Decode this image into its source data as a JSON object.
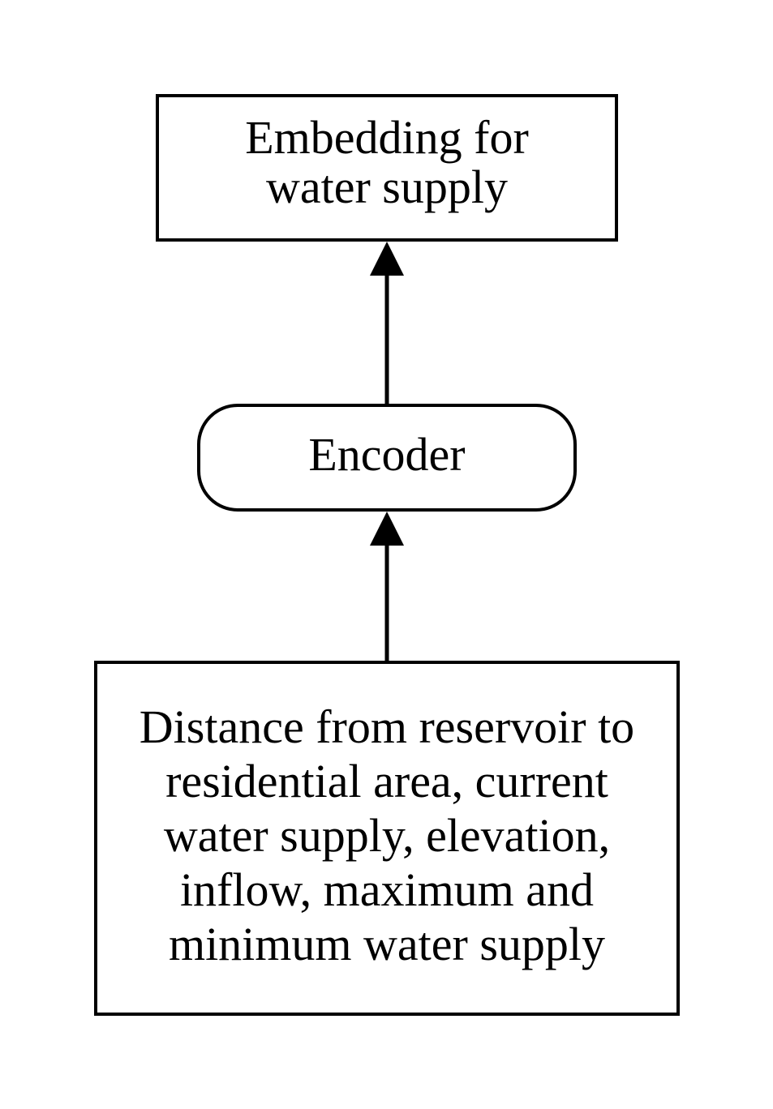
{
  "nodes": {
    "top": {
      "line1": "Embedding for",
      "line2": "water supply"
    },
    "encoder": {
      "label": "Encoder"
    },
    "bottom": {
      "line1": "Distance from reservoir to",
      "line2": "residential area, current",
      "line3": "water supply, elevation,",
      "line4": "inflow, maximum and",
      "line5": "minimum water supply"
    }
  },
  "edges": [
    {
      "from": "bottom",
      "to": "encoder"
    },
    {
      "from": "encoder",
      "to": "top"
    }
  ]
}
